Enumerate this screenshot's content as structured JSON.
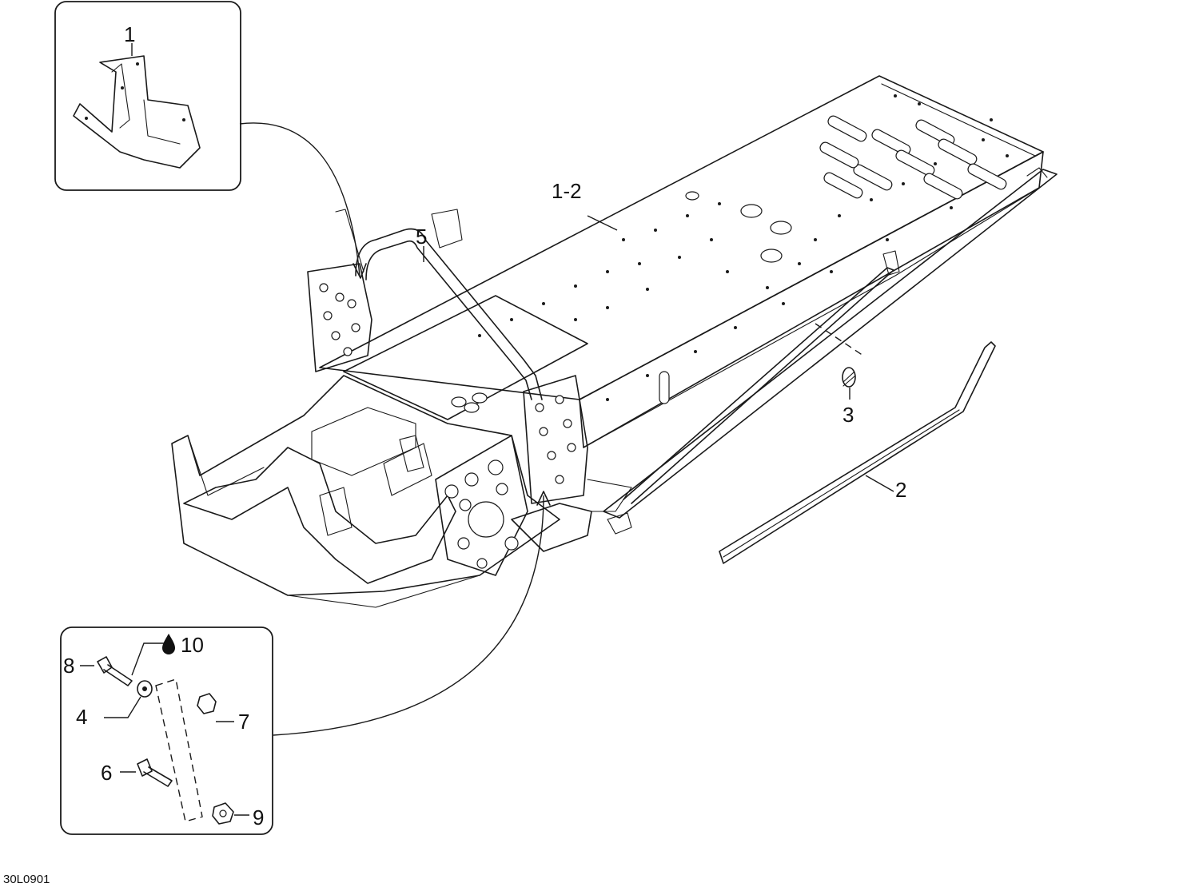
{
  "drawing_code": "30L0901",
  "callouts": {
    "c1": "1",
    "c1_2": "1-2",
    "c5": "5",
    "c3": "3",
    "c2": "2",
    "c10": "10",
    "c8": "8",
    "c4": "4",
    "c7": "7",
    "c6": "6",
    "c9": "9"
  },
  "icons": {
    "adhesive": "droplet-icon"
  }
}
